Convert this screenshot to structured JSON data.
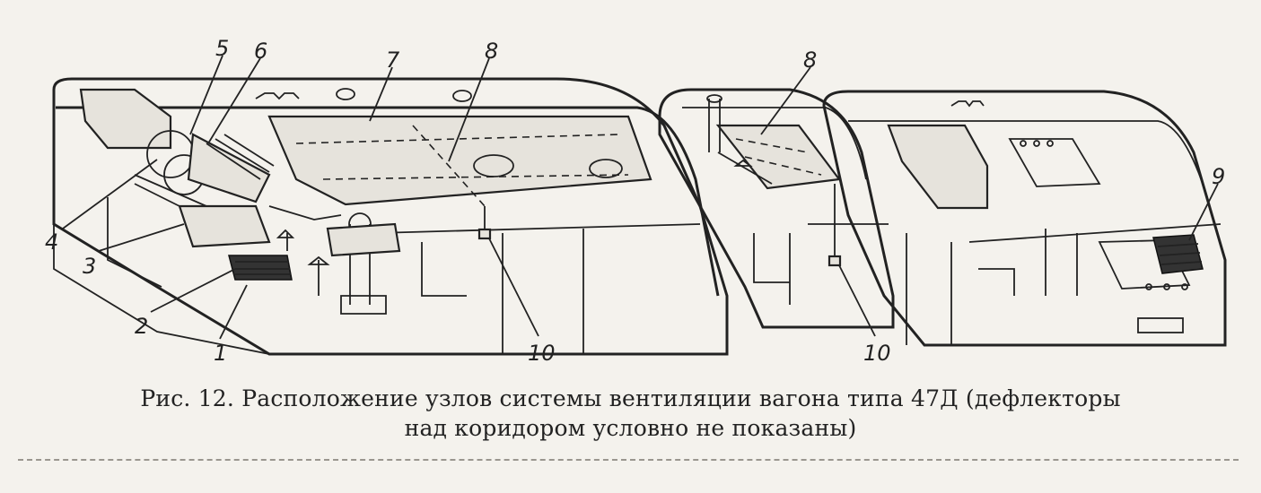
{
  "figure": {
    "callouts": [
      "5",
      "6",
      "7",
      "8",
      "8",
      "4",
      "3",
      "2",
      "1",
      "10",
      "10",
      "9"
    ]
  },
  "caption": {
    "line1": "Рис. 12. Расположение узлов системы вентиляции вагона типа 47Д (дефлекторы",
    "line2": "над коридором условно не показаны)"
  }
}
